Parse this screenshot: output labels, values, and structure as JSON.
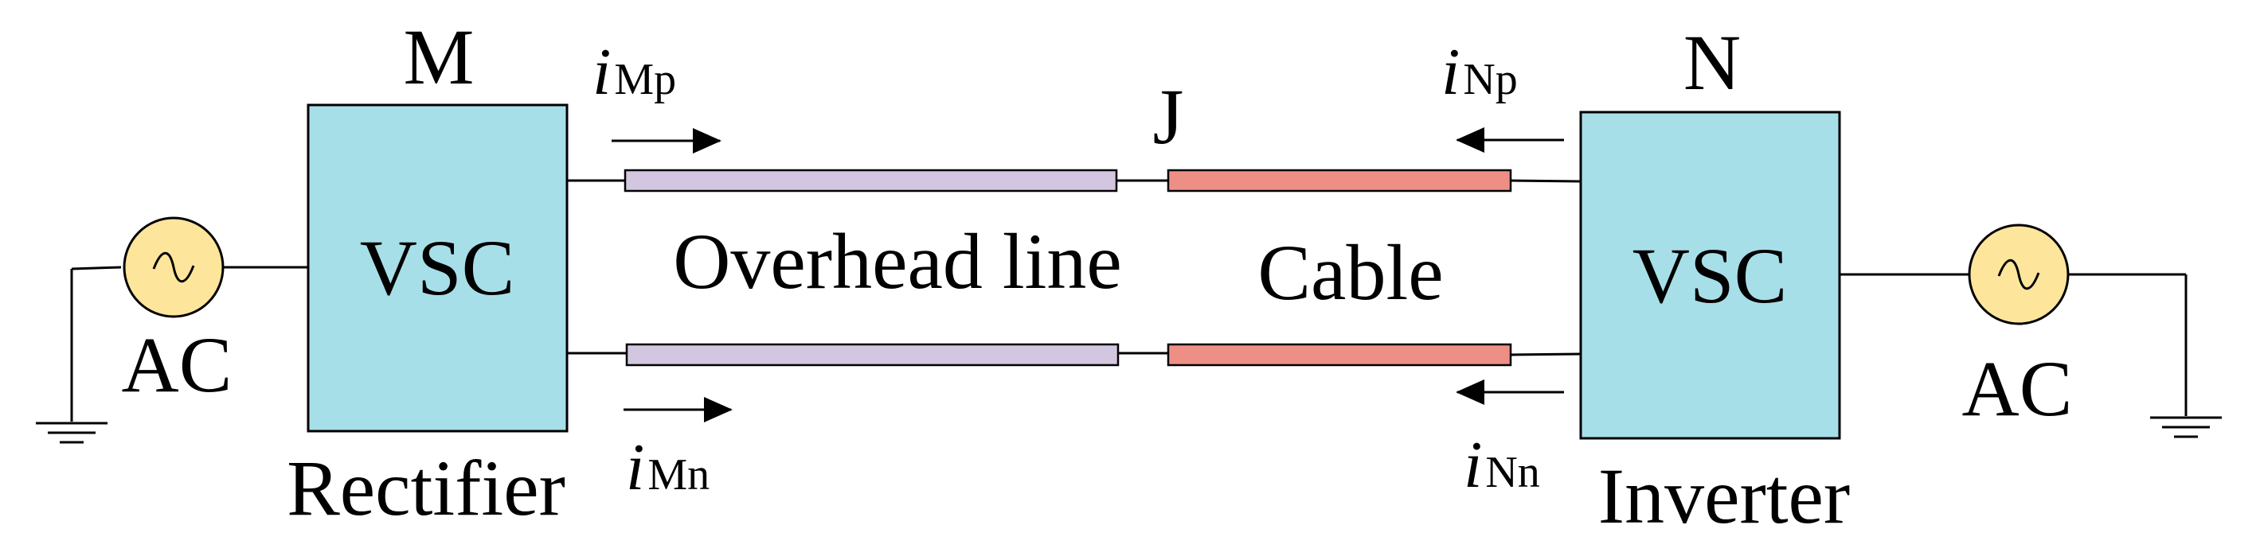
{
  "terminals": {
    "left": {
      "bus_label": "M",
      "converter_label": "VSC",
      "role_label": "Rectifier",
      "source_label": "AC"
    },
    "right": {
      "bus_label": "N",
      "converter_label": "VSC",
      "role_label": "Inverter",
      "source_label": "AC"
    }
  },
  "junction_label": "J",
  "segments": {
    "overhead": {
      "label": "Overhead line",
      "color": "#d3c6e0"
    },
    "cable": {
      "label": "Cable",
      "color": "#ee8f86"
    }
  },
  "currents": {
    "mp": {
      "symbol": "i",
      "subscript": "Mp"
    },
    "mn": {
      "symbol": "i",
      "subscript": "Mn"
    },
    "np": {
      "symbol": "i",
      "subscript": "Np"
    },
    "nn": {
      "symbol": "i",
      "subscript": "Nn"
    }
  },
  "colors": {
    "converter_fill": "#a7dfe9",
    "source_fill": "#fde59c",
    "stroke": "#000000"
  }
}
